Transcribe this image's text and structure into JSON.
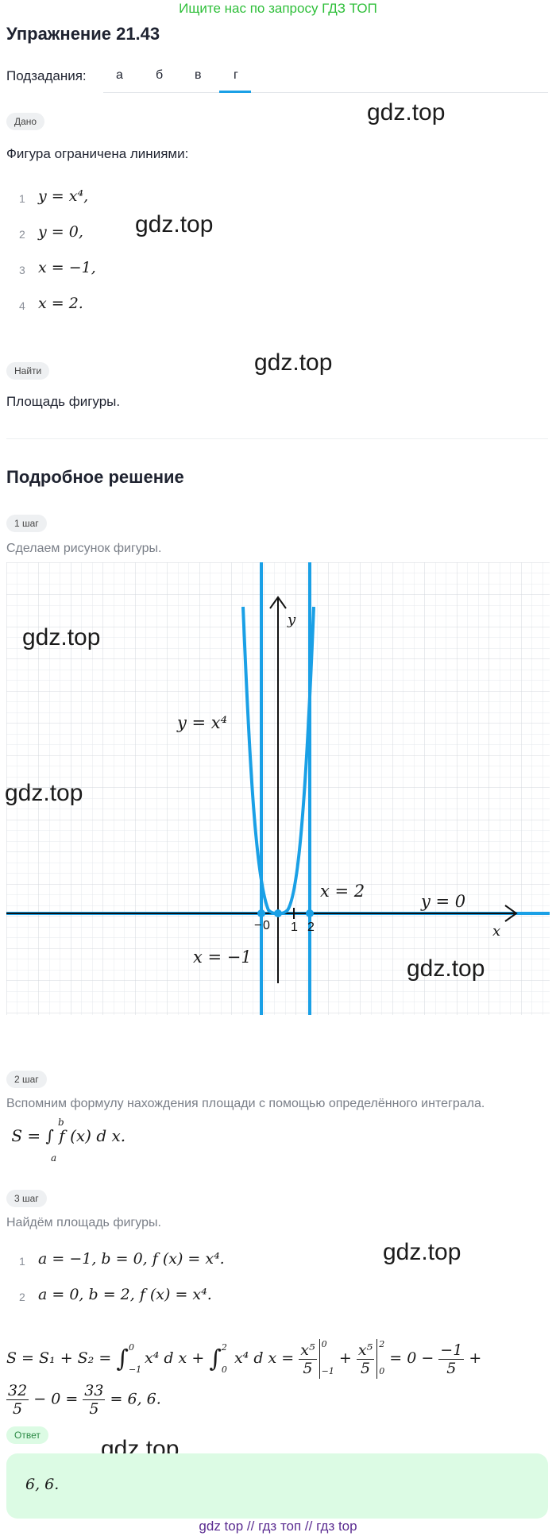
{
  "banner": "Ищите нас по запросу ГДЗ ТОП",
  "title": "Упражнение 21.43",
  "subtasks": {
    "label": "Подзадания:",
    "tabs": [
      "а",
      "б",
      "в",
      "г"
    ],
    "selected": "г"
  },
  "given": {
    "badge": "Дано",
    "intro": "Фигура ограничена линиями:",
    "items": [
      {
        "num": "1",
        "expr": "y = x⁴,"
      },
      {
        "num": "2",
        "expr": "y = 0,"
      },
      {
        "num": "3",
        "expr": "x = −1,"
      },
      {
        "num": "4",
        "expr": "x = 2."
      }
    ]
  },
  "find": {
    "badge": "Найти",
    "text": "Площадь фигуры."
  },
  "solution": {
    "title": "Подробное решение",
    "step1": {
      "badge": "1 шаг",
      "text": "Сделаем рисунок фигуры.",
      "graph": {
        "curve_label": "y = x⁴",
        "line_x2_label": "x = 2",
        "line_y0_label": "y = 0",
        "line_xm1_label": "x = −1",
        "axis_x": "x",
        "axis_y": "y",
        "tick_m1": "−",
        "tick_0": "0",
        "tick_1": "1",
        "tick_2": "2"
      }
    },
    "step2": {
      "badge": "2 шаг",
      "text": "Вспомним формулу нахождения площади с помощью определённого интеграла.",
      "formula": "S = ∫ f (x) d x.",
      "lower": "a",
      "upper": "b"
    },
    "step3": {
      "badge": "3 шаг",
      "text": "Найдём площадь фигуры.",
      "items": [
        {
          "num": "1",
          "expr": "a = −1, b = 0, f (x) = x⁴."
        },
        {
          "num": "2",
          "expr": "a = 0, b = 2, f (x) = x⁴."
        }
      ],
      "calc": {
        "part1": "S = S₁ + S₂ =",
        "int1_upper": "0",
        "int1_lower": "−1",
        "int1_body": "x⁴ d x +",
        "int2_upper": "2",
        "int2_lower": "0",
        "int2_body": "x⁴ d x =",
        "f1_num": "x⁵",
        "f1_den": "5",
        "eval1_upper": "0",
        "eval1_lower": "−1",
        "plus": "+",
        "f2_num": "x⁵",
        "f2_den": "5",
        "eval2_upper": "2",
        "eval2_lower": "0",
        "mid": "= 0 −",
        "f3_num": "−1",
        "f3_den": "5",
        "plus2": "+",
        "f4_num": "32",
        "f4_den": "5",
        "minus0": "− 0 =",
        "f5_num": "33",
        "f5_den": "5",
        "result": "= 6, 6."
      }
    }
  },
  "answer": {
    "badge": "Ответ",
    "value": "6, 6."
  },
  "watermark": "gdz.top",
  "footer": "gdz top  //  гдз топ  //  гдз top",
  "colors": {
    "accent": "#1aa0e6",
    "green": "#2fbf3a",
    "answer_bg": "#dcfbe4"
  }
}
